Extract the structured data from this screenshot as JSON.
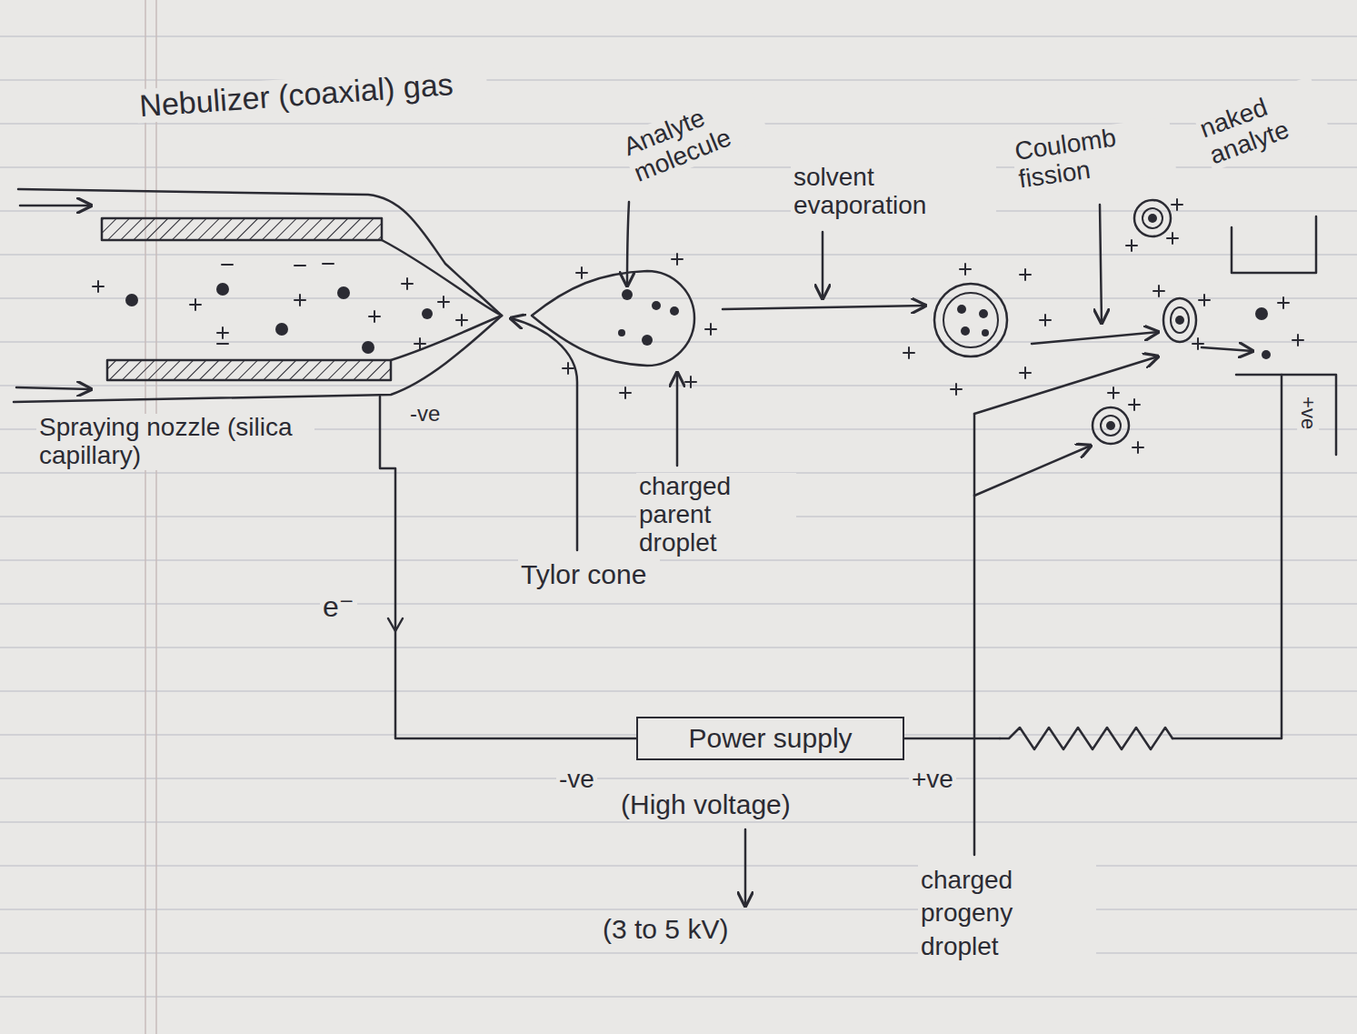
{
  "diagram": {
    "nodes": [
      {
        "text": [
          "Power supply"
        ]
      }
    ],
    "labels": [
      "Nebulizer (coaxial) gas",
      "Analyte molecule",
      "solvent evaporation",
      "Coulomb fission",
      "naked analyte",
      "Spraying nozzle (silica capillary)",
      "-ve",
      "Tylor cone",
      "charged parent droplet",
      "e⁻",
      "-ve",
      "+ve",
      "(High voltage)",
      "(3 to 5 kV)",
      "charged progeny droplet",
      "+ve"
    ]
  }
}
